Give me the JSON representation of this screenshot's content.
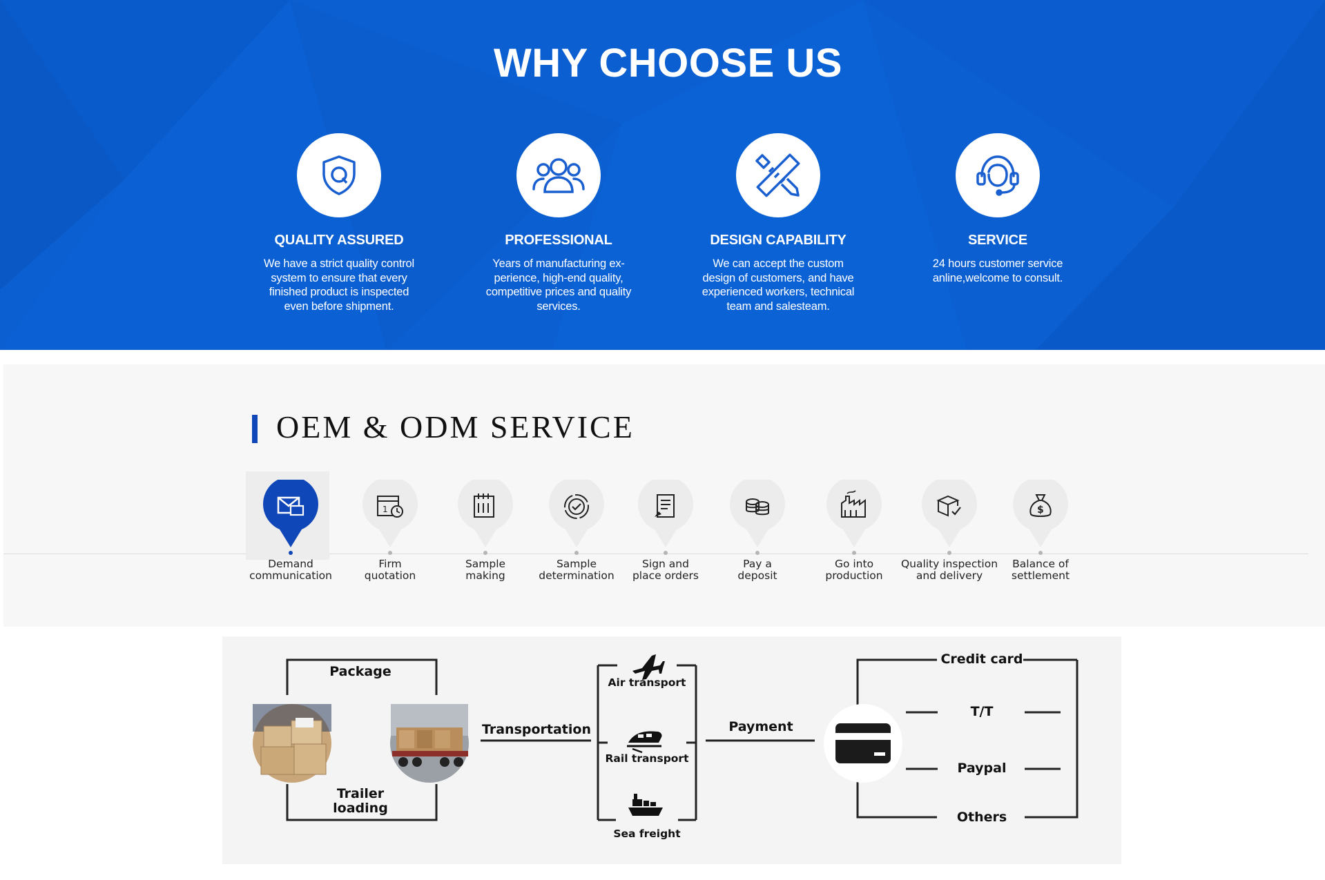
{
  "hero": {
    "title": "WHY CHOOSE US",
    "features": [
      {
        "icon": "quality-shield-icon",
        "title": "QUALITY ASSURED",
        "desc": "We have a strict quality control system to ensure that every finished product is inspected even before shipment."
      },
      {
        "icon": "people-icon",
        "title": "PROFESSIONAL",
        "desc": "Years of manufacturing ex- perience, high-end quality, competitive prices and quality services."
      },
      {
        "icon": "ruler-pencil-icon",
        "title": "DESIGN CAPABILITY",
        "desc": "We can accept the custom design of customers, and have experienced workers, technical team and salesteam."
      },
      {
        "icon": "headset-support-icon",
        "title": "SERVICE",
        "desc": "24 hours customer service anline,welcome to consult."
      }
    ],
    "colors": {
      "background": "#0b5fd0",
      "accent": "#1a5fd0"
    }
  },
  "oem": {
    "title": "OEM & ODM SERVICE",
    "steps": [
      {
        "label_1": "Demand",
        "label_2": "communication",
        "icon": "envelope-icon",
        "active": true
      },
      {
        "label_1": "Firm",
        "label_2": "quotation",
        "icon": "calendar-clock-icon",
        "active": false
      },
      {
        "label_1": "Sample",
        "label_2": "making",
        "icon": "notebook-icon",
        "active": false
      },
      {
        "label_1": "Sample",
        "label_2": "determination",
        "icon": "check-circle-icon",
        "active": false
      },
      {
        "label_1": "Sign and",
        "label_2": "place orders",
        "icon": "contract-icon",
        "active": false
      },
      {
        "label_1": "Pay a",
        "label_2": "deposit",
        "icon": "coins-icon",
        "active": false
      },
      {
        "label_1": "Go into",
        "label_2": "production",
        "icon": "factory-icon",
        "active": false
      },
      {
        "label_1": "Quality inspection",
        "label_2": "and delivery",
        "icon": "package-icon",
        "active": false
      },
      {
        "label_1": "Balance of",
        "label_2": "settlement",
        "icon": "money-bag-icon",
        "active": false
      }
    ],
    "colors": {
      "active": "#1047b8",
      "inactive": "#ececec"
    }
  },
  "flow": {
    "package_label": "Package",
    "trailer_label_1": "Trailer",
    "trailer_label_2": "loading",
    "transportation_label": "Transportation",
    "transport_modes": [
      {
        "label": "Air transport",
        "icon": "airplane-icon"
      },
      {
        "label": "Rail transport",
        "icon": "train-icon"
      },
      {
        "label": "Sea freight",
        "icon": "ship-icon"
      }
    ],
    "payment_label": "Payment",
    "payment_icon": "credit-card-icon",
    "payment_methods": [
      "Credit card",
      "T/T",
      "Paypal",
      "Others"
    ]
  }
}
